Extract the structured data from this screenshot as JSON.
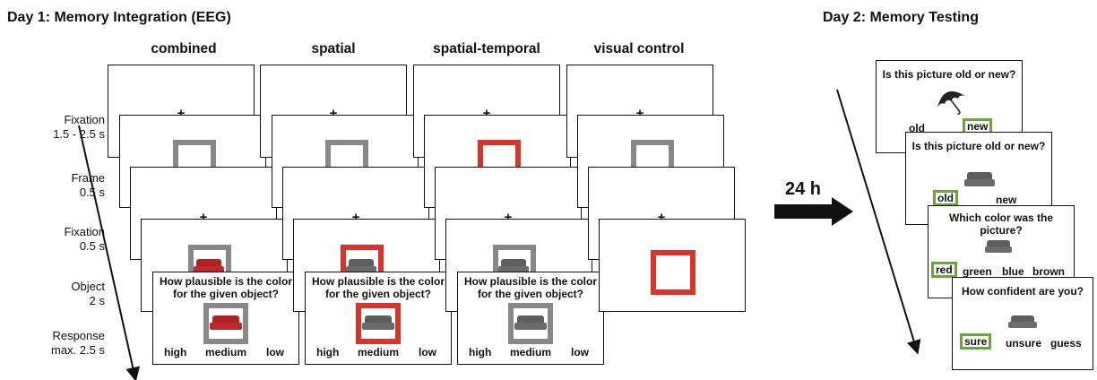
{
  "headers": {
    "day1": "Day 1: Memory Integration (EEG)",
    "day2": "Day 2: Memory Testing"
  },
  "conditions": [
    "combined",
    "spatial",
    "spatial-temporal",
    "visual control"
  ],
  "timeline": [
    {
      "name": "Fixation",
      "duration": "1.5 - 2.5 s"
    },
    {
      "name": "Frame",
      "duration": "0.5 s"
    },
    {
      "name": "Fixation",
      "duration": "0.5 s"
    },
    {
      "name": "Object",
      "duration": "2 s"
    },
    {
      "name": "Response",
      "duration": "max. 2.5 s"
    }
  ],
  "fixation_symbol": "+",
  "response": {
    "question": "How plausible is the color for the given object?",
    "options": [
      "high",
      "medium",
      "low"
    ]
  },
  "delay": "24 h",
  "day2": {
    "q_old_new": "Is this picture old or new?",
    "old": "old",
    "new": "new",
    "q_color": "Which color was the picture?",
    "colors": [
      "red",
      "green",
      "blue",
      "brown"
    ],
    "q_confidence": "How confident are you?",
    "confidence": [
      "sure",
      "unsure",
      "guess"
    ]
  },
  "colors": {
    "gray_frame": "#888888",
    "red_frame": "#d8342a",
    "selection_green": "#6aa73b",
    "red_sofa": "#c0282a",
    "gray_sofa": "#6b6b6b"
  },
  "icons": [
    "umbrella-icon",
    "sofa-icon",
    "arrow-right-icon"
  ]
}
